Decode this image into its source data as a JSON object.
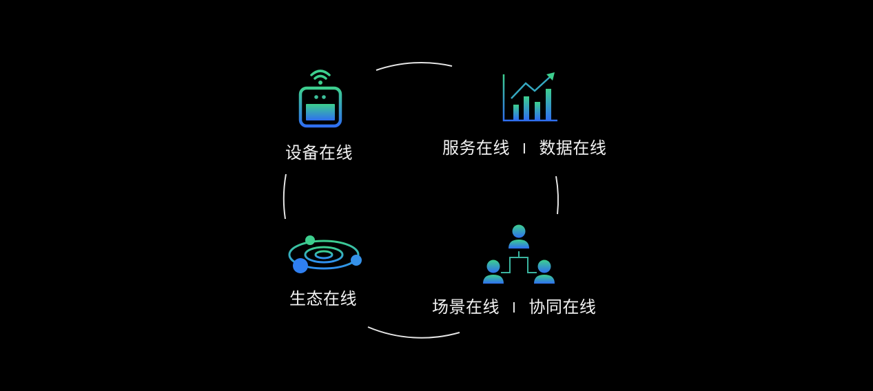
{
  "diagram": {
    "background": "#000000",
    "gradient": {
      "top": "#3dcf8e",
      "bottom": "#2f6ff0"
    },
    "nodes": [
      {
        "id": "device",
        "icon": "router-wifi-icon",
        "label": "设备在线"
      },
      {
        "id": "service-data",
        "icon": "bar-chart-trend-icon",
        "labels": [
          "服务在线",
          "数据在线"
        ],
        "separator": "I"
      },
      {
        "id": "ecosystem",
        "icon": "orbit-icon",
        "label": "生态在线"
      },
      {
        "id": "scene-collab",
        "icon": "org-people-icon",
        "labels": [
          "场景在线",
          "协同在线"
        ],
        "separator": "I"
      }
    ],
    "connector": "circular-arcs"
  }
}
